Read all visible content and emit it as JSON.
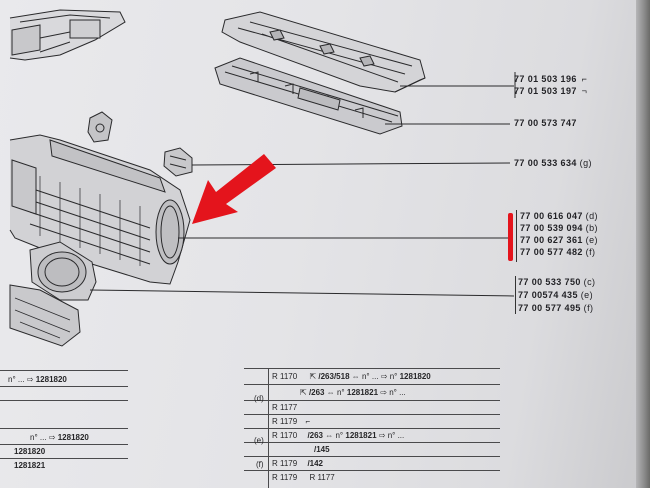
{
  "callouts": [
    {
      "code": "77 01 503 196",
      "suffix": "",
      "icon": "⌐"
    },
    {
      "code": "77 01 503 197",
      "suffix": "",
      "icon": "¬"
    },
    {
      "code": "77 00 573 747",
      "suffix": "",
      "icon": ""
    },
    {
      "code": "77 00 533 634",
      "suffix": "(g)",
      "icon": ""
    },
    {
      "code": "77 00 616 047",
      "suffix": "(d)",
      "icon": ""
    },
    {
      "code": "77 00 539 094",
      "suffix": "(b)",
      "icon": ""
    },
    {
      "code": "77 00 627 361",
      "suffix": "(e)",
      "icon": ""
    },
    {
      "code": "77 00 577 482",
      "suffix": "(f)",
      "icon": ""
    },
    {
      "code": "77 00 533 750",
      "suffix": "(c)",
      "icon": ""
    },
    {
      "code": "77 00574 435",
      "suffix": "(e)",
      "icon": ""
    },
    {
      "code": "77 00 577 495",
      "suffix": "(f)",
      "icon": ""
    }
  ],
  "table": {
    "letters": [
      "(d)",
      "(e)",
      "(f)"
    ],
    "rows": [
      {
        "model": "R 1170",
        "spec": "/263/518",
        "no": "n°  ...",
        "ref": "n°",
        "num": "1281820"
      },
      {
        "model": "",
        "spec": "/263",
        "no": "n°",
        "ref": "1281821",
        "num": "n° ..."
      },
      {
        "model": "R 1177",
        "spec": "",
        "no": "",
        "ref": "",
        "num": ""
      },
      {
        "model": "R 1179",
        "spec": "",
        "no": "",
        "ref": "",
        "num": ""
      },
      {
        "model": "R 1170",
        "spec": "/263",
        "no": "n°",
        "ref": "1281821",
        "num": "n° ..."
      },
      {
        "model": "",
        "spec": "/145",
        "no": "",
        "ref": "",
        "num": ""
      },
      {
        "model": "R 1179",
        "spec": "/142",
        "no": "",
        "ref": "",
        "num": ""
      },
      {
        "model": "R 1179",
        "spec": "",
        "no": "",
        "ref": "",
        "num": "R 1177"
      }
    ],
    "left_rows": [
      {
        "text": "n°  ...",
        "num": "1281820"
      },
      {
        "text": "n°  ...",
        "num": "1281820"
      },
      {
        "text": "",
        "num": "1281820"
      },
      {
        "text": "",
        "num": "1281821"
      }
    ]
  },
  "colors": {
    "accent_red": "#e4141c",
    "paper": "#e6e6e9",
    "ink": "#1f1f22"
  }
}
